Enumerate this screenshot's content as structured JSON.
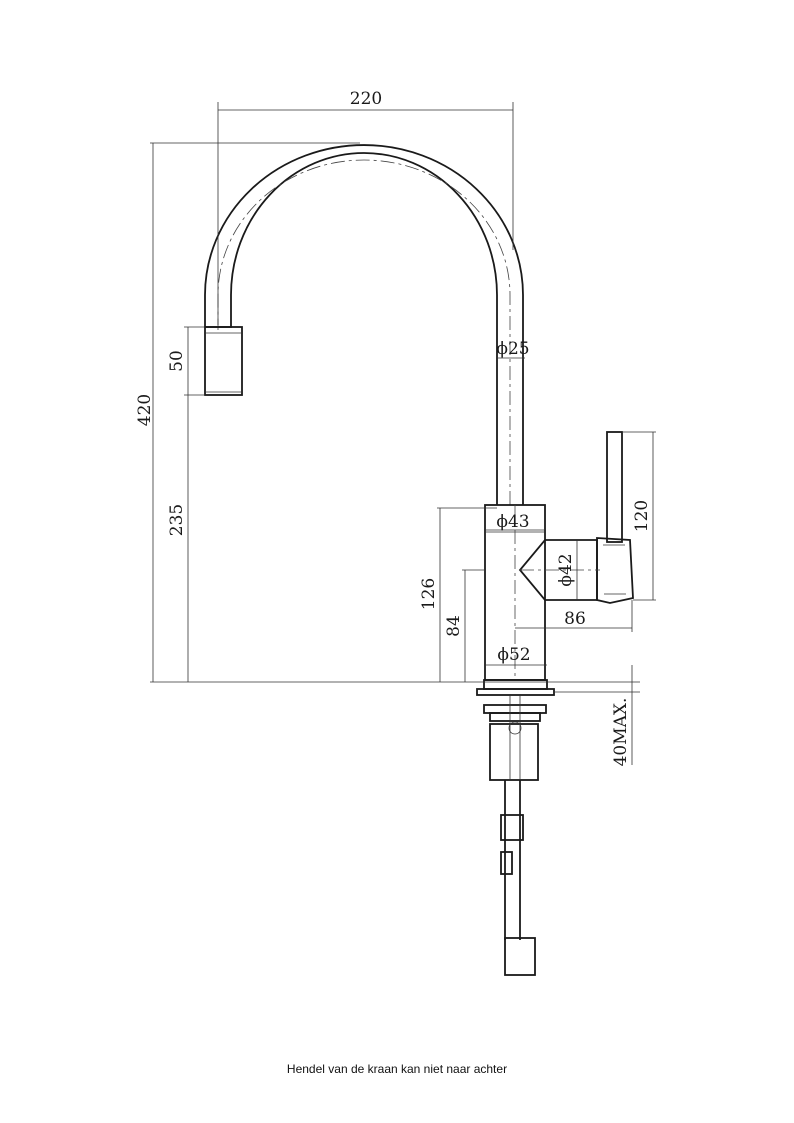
{
  "dimensions": {
    "width_total": "220",
    "height_total": "420",
    "spout_outlet": "50",
    "outlet_height": "235",
    "tube_diameter": "ϕ25",
    "body_diameter": "ϕ43",
    "lever_length": "120",
    "handle_diameter": "ϕ42",
    "body_height": "126",
    "handle_height": "84",
    "handle_reach": "86",
    "base_diameter": "ϕ52",
    "mounting_thickness": "40MAX."
  },
  "caption": "Hendel van de kraan kan niet naar achter"
}
